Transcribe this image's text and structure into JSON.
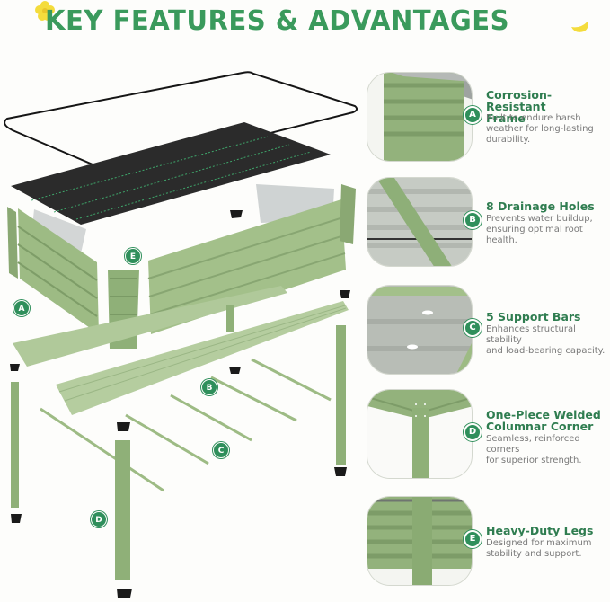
{
  "header": {
    "title": "KEY FEATURES & ADVANTAGES"
  },
  "colors": {
    "accent_green": "#3a9a5c",
    "badge_green": "#2f8f5b",
    "panel_green": "#9dbb84",
    "decor_yellow": "#f4dc3c",
    "background": "#fdfdfb"
  },
  "illustration": {
    "callouts": [
      {
        "letter": "A"
      },
      {
        "letter": "B"
      },
      {
        "letter": "C"
      },
      {
        "letter": "D"
      },
      {
        "letter": "E"
      }
    ]
  },
  "features": [
    {
      "letter": "A",
      "title_line1": "Corrosion-Resistant",
      "title_line2": "Frame",
      "desc_line1": "Built to endure harsh",
      "desc_line2": "weather for long-lasting",
      "desc_line3": "durability."
    },
    {
      "letter": "B",
      "title_line1": "8 Drainage Holes",
      "desc_line1": "Prevents water buildup,",
      "desc_line2": "ensuring optimal root health."
    },
    {
      "letter": "C",
      "title_line1": "5 Support Bars",
      "desc_line1": "Enhances structural stability",
      "desc_line2": "and load-bearing capacity."
    },
    {
      "letter": "D",
      "title_line1": "One-Piece Welded",
      "title_line2": "Columnar Corner",
      "desc_line1": "Seamless, reinforced corners",
      "desc_line2": "for superior strength."
    },
    {
      "letter": "E",
      "title_line1": "Heavy-Duty Legs",
      "desc_line1": "Designed for maximum",
      "desc_line2": "stability and support."
    }
  ]
}
